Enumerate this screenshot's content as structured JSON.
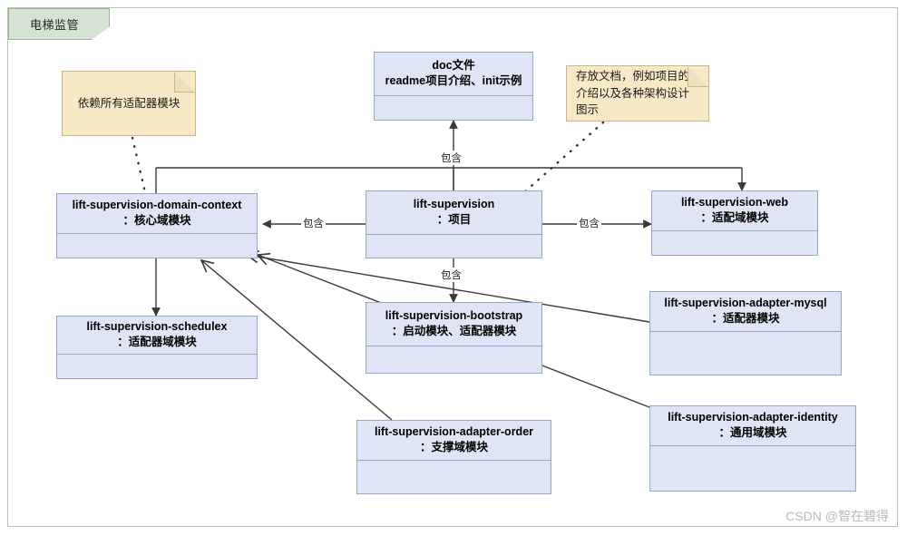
{
  "frame": {
    "tab_label": "电梯监管"
  },
  "watermark": "CSDN @智在碧得",
  "notes": [
    {
      "id": "note-adapters",
      "text": "依赖所有适配器模块"
    },
    {
      "id": "note-doc",
      "text": "存放文档，例如项目的介绍以及各种架构设计图示"
    }
  ],
  "nodes": [
    {
      "id": "doc",
      "title": "doc文件",
      "subtitle": "readme项目介绍、init示例"
    },
    {
      "id": "domain-context",
      "title": "lift-supervision-domain-context",
      "subtitle": "：核心域模块"
    },
    {
      "id": "lift-supervision",
      "title": "lift-supervision",
      "subtitle": "：项目"
    },
    {
      "id": "web",
      "title": "lift-supervision-web",
      "subtitle": "：适配域模块"
    },
    {
      "id": "schedulex",
      "title": "lift-supervision-schedulex",
      "subtitle": "：适配器域模块"
    },
    {
      "id": "bootstrap",
      "title": "lift-supervision-bootstrap",
      "subtitle": "：启动模块、适配器模块"
    },
    {
      "id": "adapter-mysql",
      "title": "lift-supervision-adapter-mysql",
      "subtitle": "：适配器模块"
    },
    {
      "id": "adapter-identity",
      "title": "lift-supervision-adapter-identity",
      "subtitle": "：通用域模块"
    },
    {
      "id": "adapter-order",
      "title": "lift-supervision-adapter-order",
      "subtitle": "：支撑域模块"
    }
  ],
  "edge_labels": {
    "to_doc": "包含",
    "to_domain_context": "包含",
    "to_web": "包含",
    "to_bootstrap": "包含"
  },
  "colors": {
    "node_fill": "#dfe5f5",
    "node_border": "#97a6c4",
    "note_fill": "#f7e9c6",
    "note_border": "#c9b77f",
    "tab_fill": "#d7e3d2",
    "frame_border": "#b8c4b0",
    "edge_stroke": "#3a3a3a",
    "watermark": "#b9b9b9"
  }
}
